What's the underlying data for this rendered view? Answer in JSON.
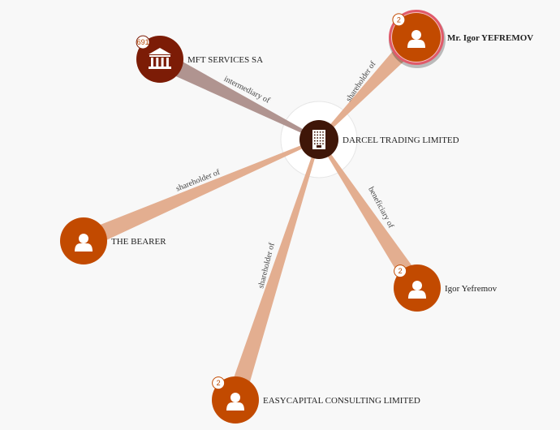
{
  "colors": {
    "person": "#c24a00",
    "bank": "#7c1c06",
    "company": "#3f1608",
    "edge_shareholder": "#e3ae90",
    "edge_intermediary": "#b09490",
    "selected_ring": "#e05a6a"
  },
  "nodes": [
    {
      "id": "darcel",
      "label": "DARCEL TRADING LIMITED",
      "type": "company",
      "icon": "building-icon"
    },
    {
      "id": "mft",
      "label": "MFT SERVICES SA",
      "type": "bank",
      "icon": "bank-icon",
      "badge": "691"
    },
    {
      "id": "igor_top",
      "label": "Mr. Igor YEFREMOV",
      "type": "person",
      "icon": "person-icon",
      "badge": "2",
      "selected": true
    },
    {
      "id": "bearer",
      "label": "THE BEARER",
      "type": "person",
      "icon": "person-icon"
    },
    {
      "id": "igor",
      "label": "Igor Yefremov",
      "type": "person",
      "icon": "person-icon",
      "badge": "2"
    },
    {
      "id": "easycap",
      "label": "EASYCAPITAL CONSULTING LIMITED",
      "type": "person",
      "icon": "person-icon",
      "badge": "2"
    }
  ],
  "edges": [
    {
      "from": "mft",
      "to": "darcel",
      "label": "intermediary of",
      "kind": "intermediary"
    },
    {
      "from": "igor_top",
      "to": "darcel",
      "label": "shareholder of",
      "kind": "shareholder"
    },
    {
      "from": "bearer",
      "to": "darcel",
      "label": "shareholder of",
      "kind": "shareholder"
    },
    {
      "from": "easycap",
      "to": "darcel",
      "label": "shareholder of",
      "kind": "shareholder"
    },
    {
      "from": "igor",
      "to": "darcel",
      "label": "beneficiary of",
      "kind": "shareholder"
    }
  ]
}
